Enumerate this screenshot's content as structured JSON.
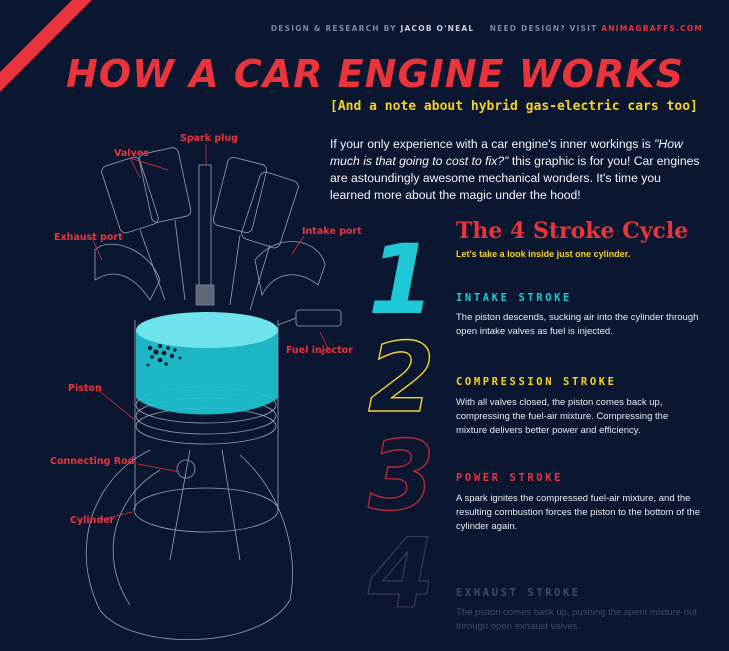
{
  "header": {
    "credit_prefix": "DESIGN & RESEARCH BY",
    "credit_author": "JACOB O'NEAL",
    "credit_cta": "NEED DESIGN? VISIT",
    "credit_site": "ANIMAGRAFFS.COM"
  },
  "title": "HOW A CAR ENGINE WORKS",
  "subtitle": "[And a note about hybrid gas-electric cars too]",
  "intro": {
    "line1": "If your only experience with a car engine's inner workings is",
    "quote": "\"How much is that going to cost to fix?\"",
    "line2": " this graphic is for you! Car engines are astoundingly awesome mechanical wonders. It's time you learned more about the magic under the hood!"
  },
  "labels": {
    "valves": "Valves",
    "spark_plug": "Spark plug",
    "exhaust_port": "Exhaust port",
    "intake_port": "Intake port",
    "fuel_injector": "Fuel injector",
    "piston": "Piston",
    "connecting_rod": "Connecting Rod",
    "cylinder": "Cylinder"
  },
  "cycle": {
    "title": "The 4 Stroke Cycle",
    "subtitle": "Let's take a look inside just one cylinder.",
    "strokes": [
      {
        "number": "1",
        "name": "INTAKE STROKE",
        "description": "The piston descends, sucking air into the cylinder through open intake valves as fuel is injected."
      },
      {
        "number": "2",
        "name": "COMPRESSION STROKE",
        "description": "With all valves closed, the piston comes back up, compressing the fuel-air mixture. Compressing the mixture delivers better power and efficiency."
      },
      {
        "number": "3",
        "name": "POWER STROKE",
        "description": "A spark ignites the compressed fuel-air mixture, and the resulting combustion forces the piston to the bottom of the cylinder again."
      },
      {
        "number": "4",
        "name": "EXHAUST STROKE",
        "description": "The piston comes back up, pushing the spent mixture out through open exhaust valves."
      }
    ]
  },
  "colors": {
    "background": "#0b1730",
    "accent_red": "#e8343a",
    "accent_yellow": "#f2d12f",
    "accent_cyan": "#1ec8d6",
    "muted": "#3f4b63"
  }
}
